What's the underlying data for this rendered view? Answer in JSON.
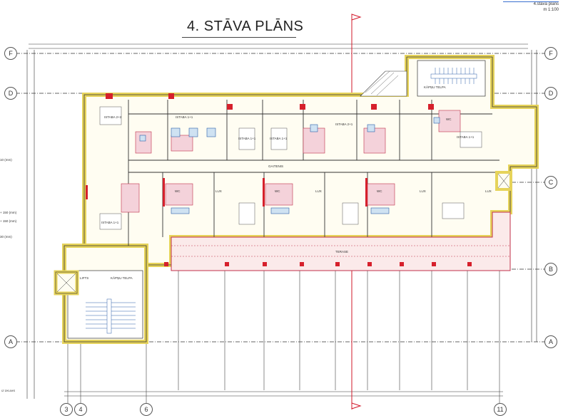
{
  "title": "4. STĀVA PLĀNS",
  "stamp": {
    "line1": "4.stāva plāns",
    "line2": "m 1:100"
  },
  "axes": {
    "rows": [
      "F",
      "D",
      "C",
      "B",
      "A"
    ],
    "columns": [
      "3",
      "4",
      "6",
      "11"
    ]
  },
  "rooms": {
    "room1": "ISTABA 2+2",
    "room2": "ISTABA 1+1",
    "room3": "ISTABA 1+1",
    "room4": "ISTABA 1+1",
    "room5": "ISTABA 2+1",
    "room6": "ISTABA 1+1",
    "room7": "ISTABA 1+1",
    "stair_top": "KĀPŅU TELPA",
    "stair_bottom": "KĀPŅU TELPA",
    "lift": "LIFTS",
    "corridor": "GAITENIS",
    "terrace": "TERASE",
    "wc1": "WC",
    "wc2": "WC",
    "wc3": "WC",
    "wc4": "WC",
    "lux1": "LUX",
    "lux2": "LUX",
    "lux3": "LUX",
    "lux4": "LUX"
  },
  "notes": {
    "left1": "+ 150 (mm)",
    "left2": "+ 150 (mm)",
    "left3": "10 (mm)",
    "left4": "30 (mm)",
    "legend": "IZ ŪKUMS"
  }
}
